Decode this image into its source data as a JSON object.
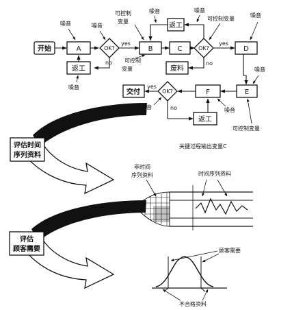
{
  "flow": {
    "start": "开始",
    "A": "A",
    "B": "B",
    "C": "C",
    "D": "D",
    "E": "E",
    "F": "F",
    "ok": "OK?",
    "rework": "返工",
    "scrap": "废料",
    "deliver": "交付",
    "yes": "yes",
    "no": "no",
    "noise": "噪音",
    "controllable_1": "可控制",
    "controllable_2": "变量",
    "controllable_var": "可控制变量"
  },
  "lower": {
    "eval_time_1": "评估时间",
    "eval_time_2": "序列资料",
    "key_output": "关键过程输出变量C",
    "non_time_1": "非时间",
    "non_time_2": "序列资料",
    "time_series": "时间序列资料",
    "eval_customer_1": "评估",
    "eval_customer_2": "顾客需要",
    "customer_need": "顾客需要",
    "nonconforming": "不合格资料"
  }
}
